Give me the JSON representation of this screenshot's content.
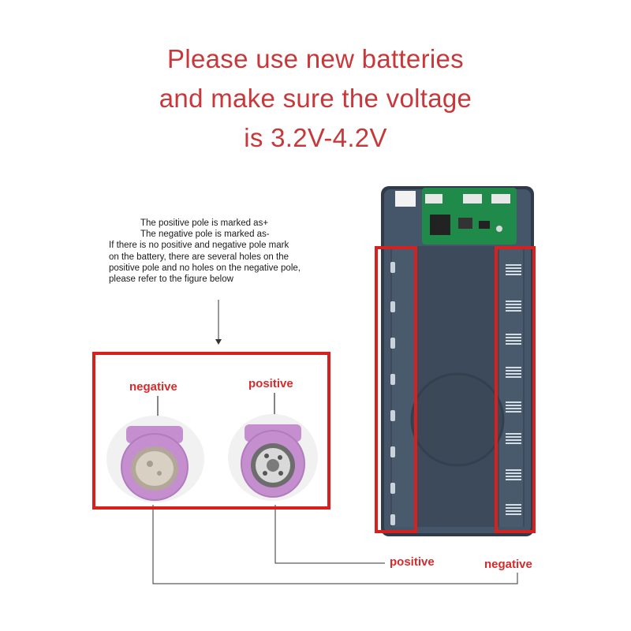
{
  "headline": {
    "line1": "Please use new batteries",
    "line2": "and make sure the voltage",
    "line3": "is 3.2V-4.2V"
  },
  "instructions": {
    "line1": "The positive pole is marked as+",
    "line2": "The negative pole is marked as-",
    "line3": "If there is no positive and negative pole mark",
    "line4": "on the battery, there are several holes on the",
    "line5": "positive pole and no holes on the negative pole,",
    "line6": "please refer to the figure below"
  },
  "callout": {
    "negative_label": "negative",
    "positive_label": "positive"
  },
  "device_labels": {
    "positive_label": "positive",
    "negative_label": "negative"
  },
  "colors": {
    "accent_red": "#d8201f",
    "headline_red": "#c8383a",
    "battery_purple": "#c58fcf",
    "device_body": "#3e4c5c",
    "pcb_green": "#1f8a4a"
  }
}
